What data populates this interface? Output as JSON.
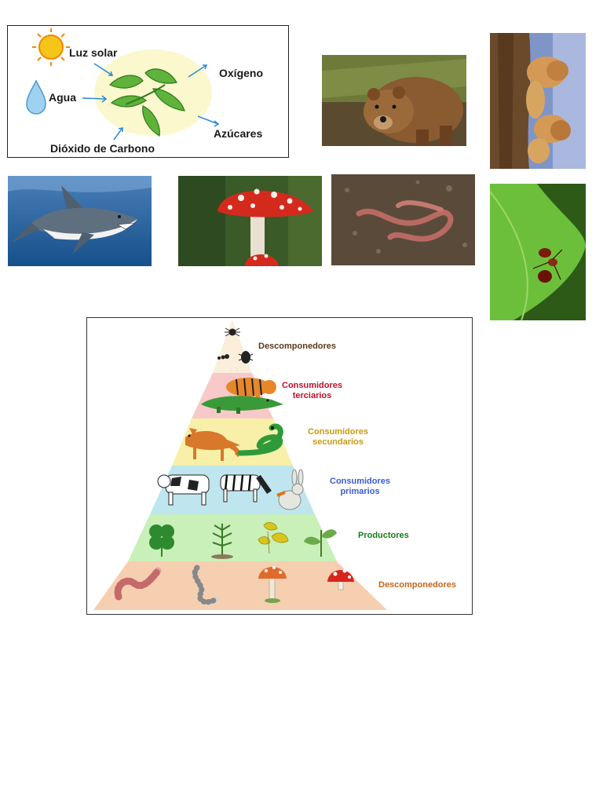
{
  "photosynthesis": {
    "sun": "Luz solar",
    "water": "Agua",
    "co2": "Dióxido de Carbono",
    "oxygen": "Oxígeno",
    "sugars": "Azúcares"
  },
  "photos": {
    "bear": "bear-photo",
    "lions": "lions-photo",
    "shark": "shark-photo",
    "mushroom": "mushroom-photo",
    "worm": "worm-photo",
    "ant": "ant-photo"
  },
  "pyramid": {
    "levels": [
      {
        "label": "Descomponedores",
        "color": "#5a3a1a"
      },
      {
        "label": "Consumidores\nterciarios",
        "color": "#c0102a"
      },
      {
        "label": "Consumidores\nsecundarios",
        "color": "#c89a10"
      },
      {
        "label": "Consumidores\nprimarios",
        "color": "#3a5ad8"
      },
      {
        "label": "Productores",
        "color": "#1a7a1a"
      },
      {
        "label": "Descomponedores",
        "color": "#c8641a"
      }
    ],
    "band_colors": [
      "#fbeedb",
      "#f7c9c9",
      "#f8f0a8",
      "#bfe6ee",
      "#c8f0b8",
      "#f6cfb0"
    ]
  }
}
